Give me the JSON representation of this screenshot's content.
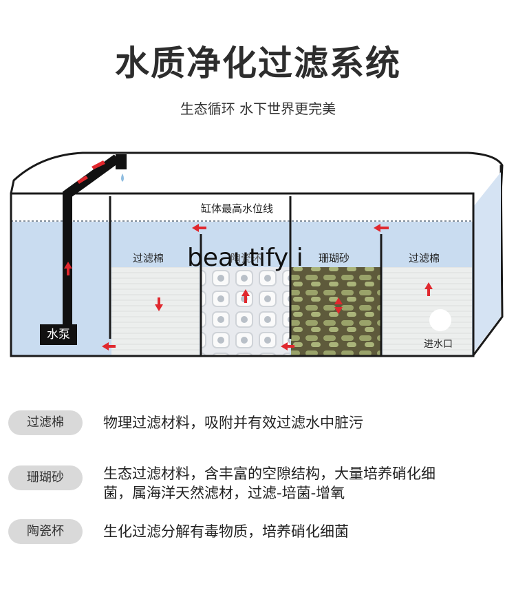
{
  "header": {
    "title": "水质净化过滤系统",
    "subtitle": "生态循环 水下世界更完美"
  },
  "diagram": {
    "max_water_level": "缸体最高水位线",
    "pump": "水泵",
    "compartments": [
      {
        "label": "过滤棉"
      },
      {
        "label": "陶瓷环"
      },
      {
        "label": "珊瑚砂"
      },
      {
        "label": "过滤棉"
      }
    ],
    "inlet": "进水口",
    "watermark": "beautify i",
    "colors": {
      "water": "#c9dcf0",
      "arrow": "#e0282e",
      "frame": "#1a1a1a"
    }
  },
  "legend": [
    {
      "name": "过滤棉",
      "lines": [
        "物理过滤材料，吸附并有效过滤水中脏污"
      ]
    },
    {
      "name": "珊瑚砂",
      "lines": [
        "生态过滤材料，含丰富的空隙结构，大量培养硝化细",
        "菌，属海洋天然滤材，过滤-培菌-增氧"
      ]
    },
    {
      "name": "陶瓷杯",
      "lines": [
        "生化过滤分解有毒物质，培养硝化细菌"
      ]
    }
  ]
}
